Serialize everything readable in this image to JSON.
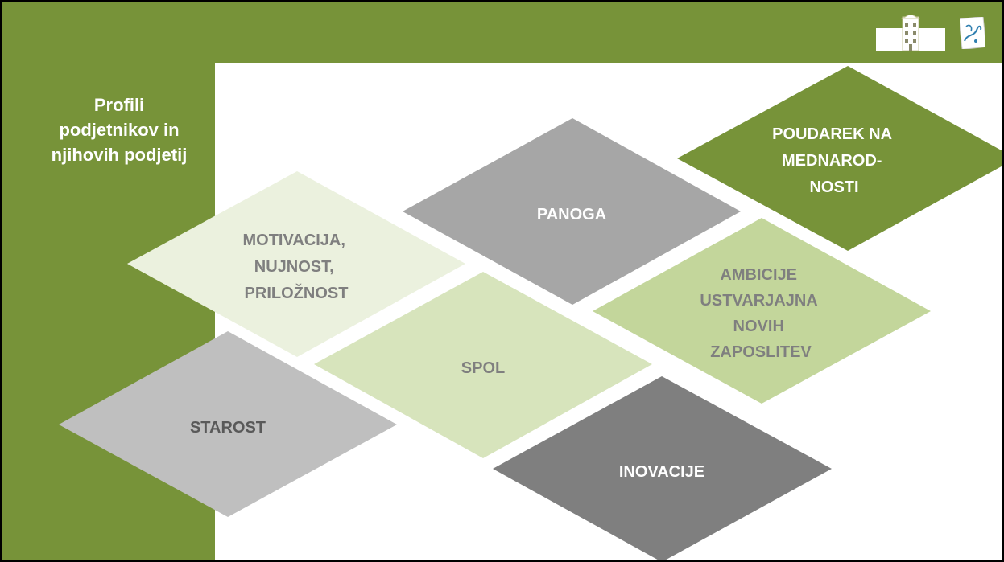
{
  "title": "Profili\npodjetnikov in\nnjihovih podjetij",
  "colors": {
    "frame_green": "#779339",
    "content_white": "#ffffff",
    "dark_green": "#779339",
    "light_green": "#c3d69b",
    "pale_green": "#d7e4bc",
    "very_pale_green": "#ebf1de",
    "light_gray": "#a6a6a6",
    "mid_gray": "#bfbfbf",
    "dark_gray": "#7f7f7f"
  },
  "diamonds": [
    {
      "id": "poudarek",
      "lines": [
        "POUDAREK NA",
        "MEDNAROD-",
        "NOSTI"
      ]
    },
    {
      "id": "panoga",
      "lines": [
        "PANOGA"
      ]
    },
    {
      "id": "motivacija",
      "lines": [
        "MOTIVACIJA,",
        "NUJNOST,",
        "PRILOŽNOST"
      ]
    },
    {
      "id": "ambicije",
      "lines": [
        "AMBICIJE",
        "USTVARJAJNA",
        "NOVIH",
        "ZAPOSLITEV"
      ]
    },
    {
      "id": "spol",
      "lines": [
        "SPOL"
      ]
    },
    {
      "id": "starost",
      "lines": [
        "STAROST"
      ]
    },
    {
      "id": "inovacije",
      "lines": [
        "INOVACIJE"
      ]
    }
  ],
  "logos": [
    "building-logo-icon",
    "faculty-emblem-icon"
  ]
}
